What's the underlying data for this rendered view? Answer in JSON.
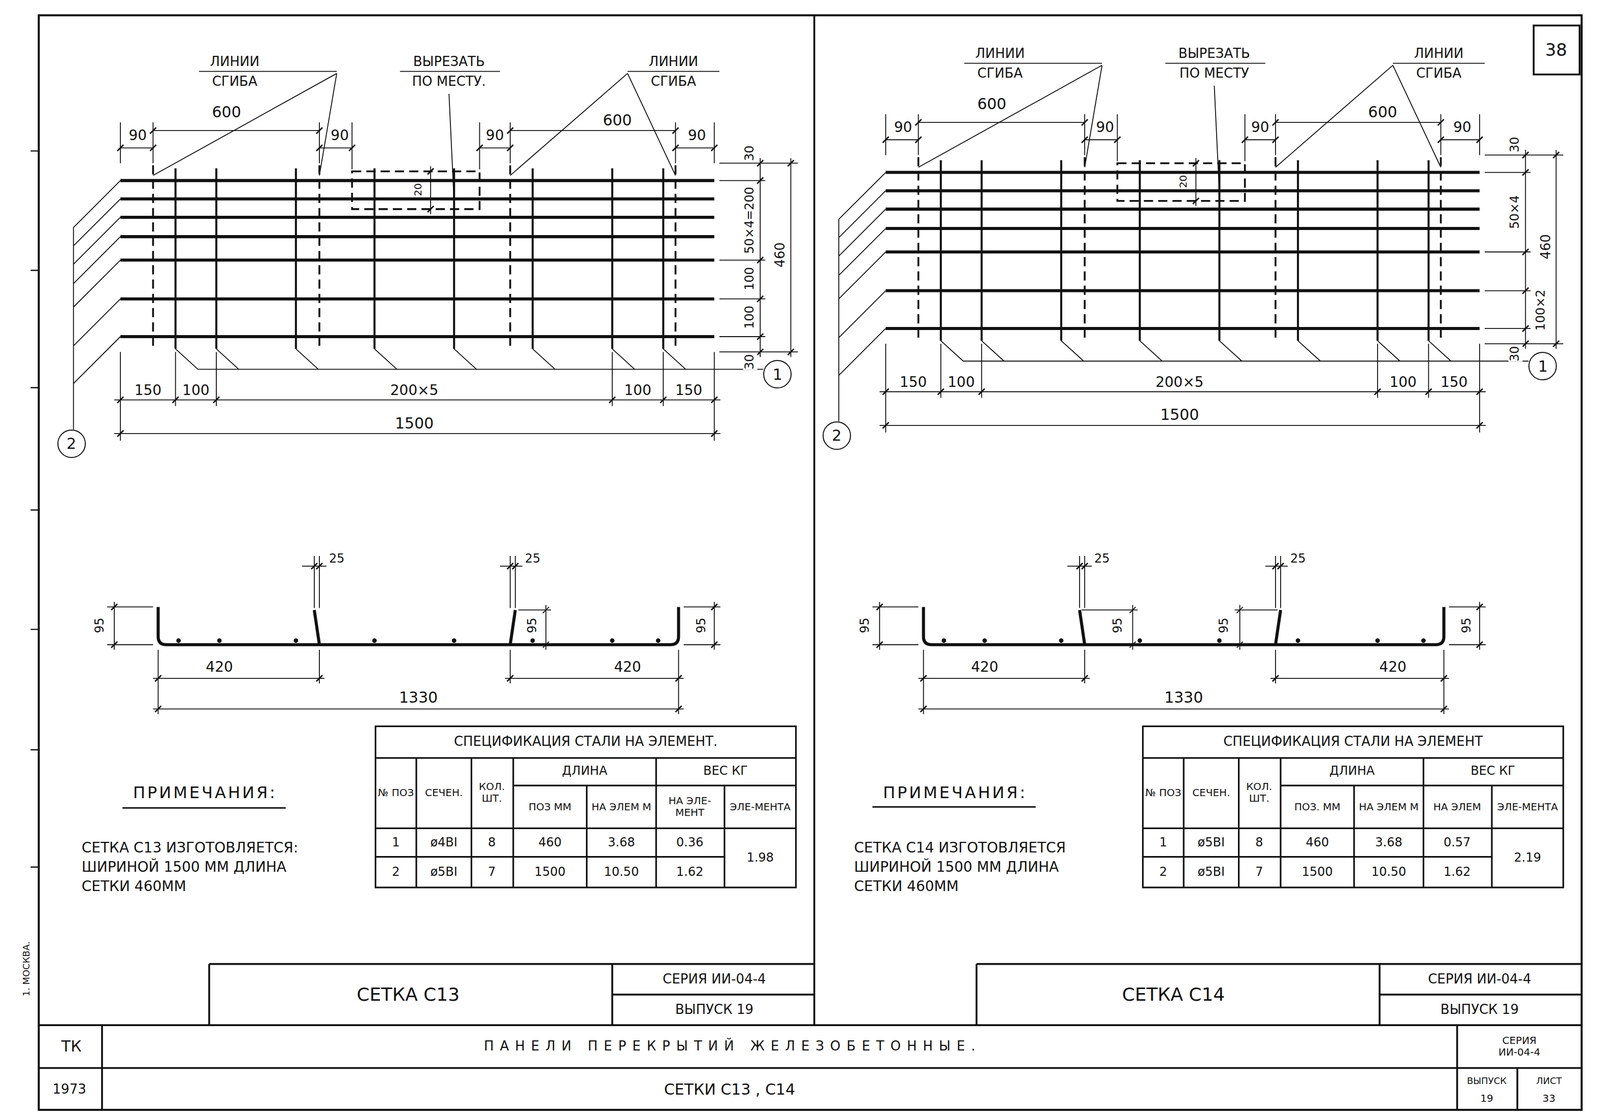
{
  "diagram": {
    "nodes": [
      {
        "text": [
          "1"
        ]
      },
      {
        "text": [
          "2"
        ]
      },
      {
        "text": [
          "1"
        ]
      },
      {
        "text": [
          "2"
        ]
      }
    ],
    "labels": [
      "ЛИНИИ СГИБА",
      "ВЫРЕЗАТЬ ПО МЕСТУ.",
      "ЛИНИИ СГИБА",
      "600",
      "600",
      "90",
      "90",
      "90",
      "90",
      "20",
      "30",
      "50×4=200",
      "100",
      "100",
      "30",
      "460",
      "150",
      "100",
      "200×5",
      "100",
      "150",
      "1500",
      "25",
      "25",
      "95",
      "95",
      "95",
      "420",
      "420",
      "1330",
      "ПРИМЕЧАНИЯ:",
      "СЕТКА С13 ИЗГОТОВЛЯЕТСЯ: ШИРИНОЙ 1500 ММ ДЛИНА СЕТКИ 460ММ",
      "СПЕЦИФИКАЦИЯ СТАЛИ НА ЭЛЕМЕНТ.",
      "№ ПОЗ",
      "СЕЧЕН.",
      "КОЛ. ШТ.",
      "ДЛИНА",
      "ВЕС КГ",
      "ПОЗ ММ",
      "НА ЭЛЕМ М",
      "НА ЭЛЕ-МЕНТ",
      "ЭЛЕ-МЕНТА",
      "1",
      "ø4ВI",
      "8",
      "460",
      "3.68",
      "0.36",
      "2",
      "ø5ВI",
      "7",
      "1500",
      "10.50",
      "1.62",
      "1.98",
      "СЕТКА С13",
      "СЕРИЯ ИИ-04-4",
      "ВЫПУСК 19",
      "ЛИНИИ СГИБА",
      "ВЫРЕЗАТЬ ПО МЕСТУ",
      "ЛИНИИ СГИБА",
      "600",
      "600",
      "90",
      "90",
      "90",
      "90",
      "20",
      "30",
      "50×4",
      "100×2",
      "30",
      "460",
      "150",
      "100",
      "200×5",
      "100",
      "150",
      "1500",
      "25",
      "25",
      "95",
      "95",
      "95",
      "95",
      "420",
      "420",
      "1330",
      "ПРИМЕЧАНИЯ:",
      "СЕТКА С14 ИЗГОТОВЛЯЕТСЯ ШИРИНОЙ 1500 ММ ДЛИНА СЕТКИ 460ММ",
      "СПЕЦИФИКАЦИЯ СТАЛИ НА ЭЛЕМЕНТ",
      "№ ПОЗ",
      "СЕЧЕН.",
      "КОЛ. ШТ.",
      "ДЛИНА",
      "ВЕС КГ",
      "ПОЗ. ММ",
      "НА ЭЛЕМ М",
      "НА ЭЛЕМ",
      "ЭЛЕ-МЕНТА",
      "1",
      "ø5ВI",
      "8",
      "460",
      "3.68",
      "0.57",
      "2",
      "ø5ВI",
      "7",
      "1500",
      "10.50",
      "1.62",
      "2.19",
      "СЕТКА С14",
      "СЕРИЯ ИИ-04-4",
      "ВЫПУСК 19",
      "38",
      "1. МОСКВА.",
      "ТК",
      "1973",
      "ПАНЕЛИ ПЕРЕКРЫТИЙ ЖЕЛЕЗОБЕТОННЫЕ.",
      "СЕТКИ С13 , С14",
      "СЕРИЯ ИИ-04-4",
      "ВЫПУСК",
      "19",
      "ЛИСТ",
      "33"
    ]
  }
}
